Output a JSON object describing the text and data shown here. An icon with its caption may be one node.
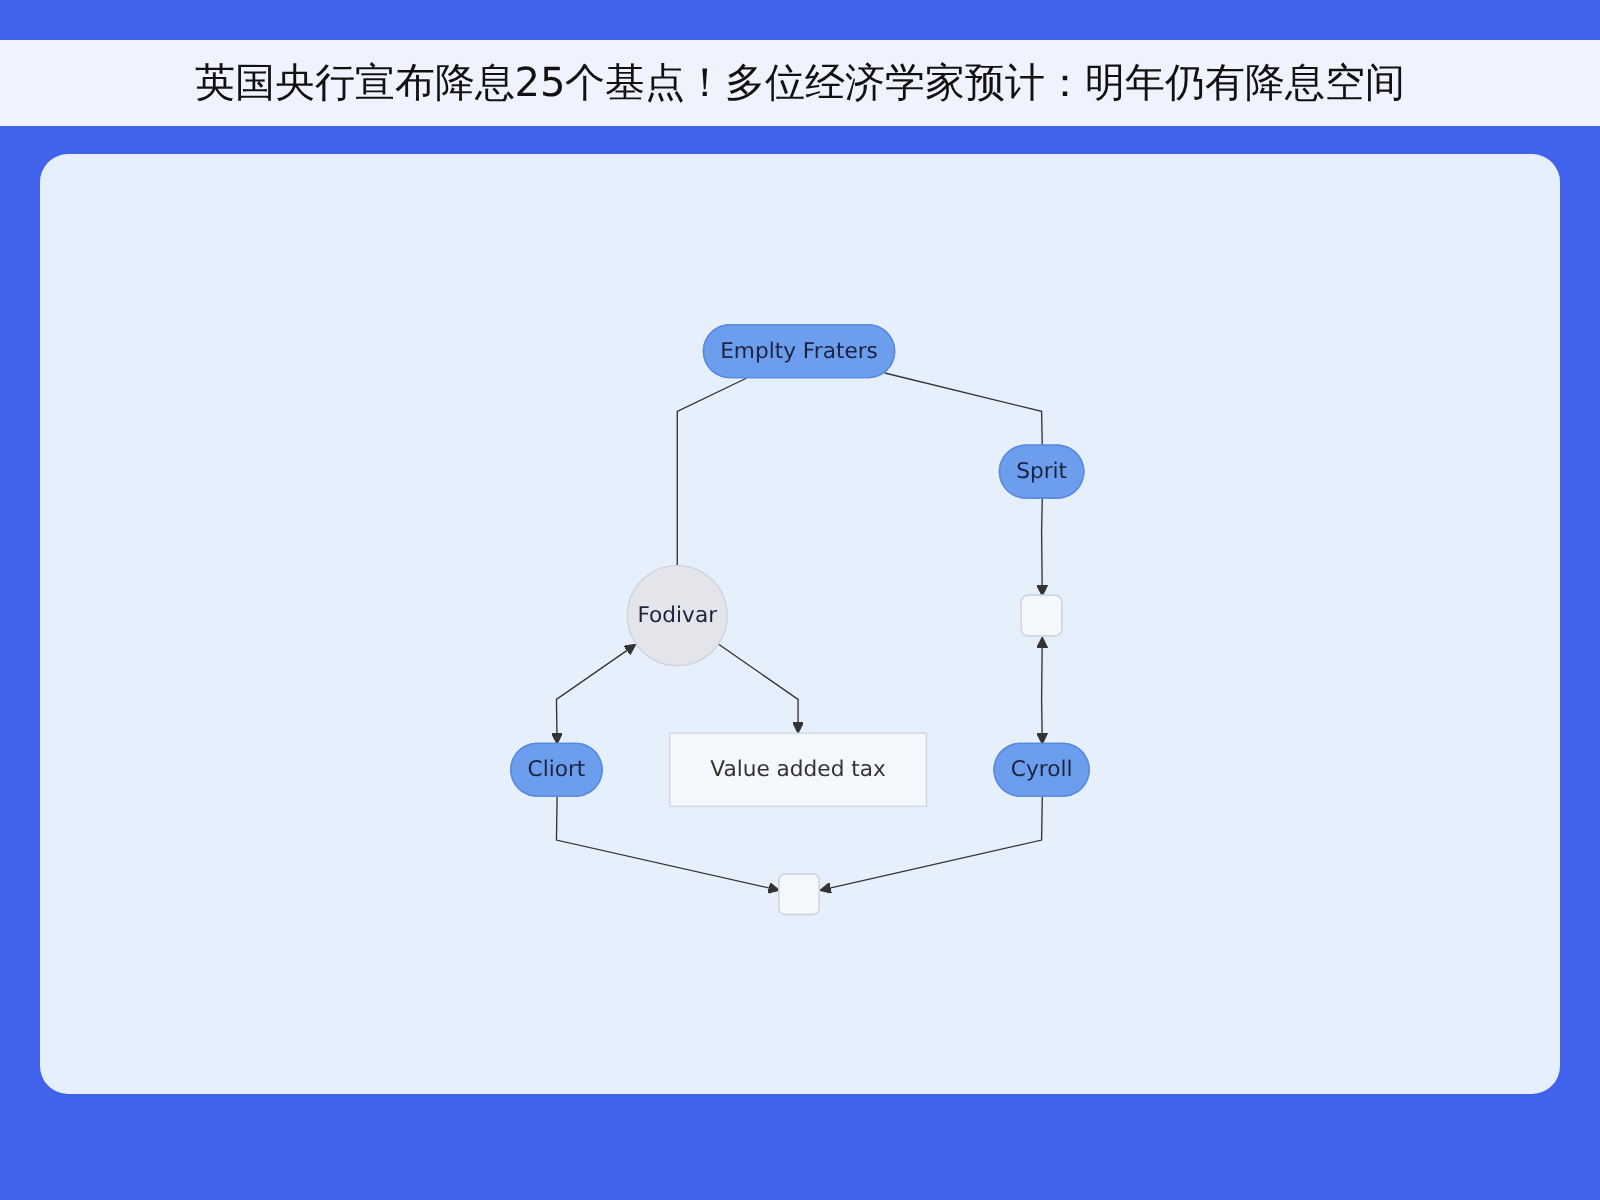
{
  "diagram": {
    "title": "英国央行宣布降息25个基点！多位经济学家预计：明年仍有降息空间",
    "nodes": [
      {
        "text": [
          "Emplty Fraters"
        ]
      },
      {
        "text": [
          "Sprit"
        ]
      },
      {
        "text": [
          "Fodivar"
        ]
      },
      {
        "text": [
          "Cliort"
        ]
      },
      {
        "text": [],
        "shape": "box"
      },
      {
        "text": [
          "Value added tax"
        ]
      },
      {
        "text": [],
        "shape": "box"
      },
      {
        "text": [
          "Cyroll"
        ]
      }
    ],
    "edges": [
      {
        "from": 0,
        "to": 1,
        "arrow": "none"
      },
      {
        "from": 0,
        "to": 2,
        "arrow": "none"
      },
      {
        "from": 2,
        "to": 3,
        "arrow": "both"
      },
      {
        "from": 1,
        "to": 4,
        "arrow": "to"
      },
      {
        "from": 2,
        "to": 5,
        "arrow": "to"
      },
      {
        "from": 3,
        "to": 6,
        "arrow": "to"
      },
      {
        "from": 4,
        "to": 7,
        "arrow": "both"
      },
      {
        "from": 7,
        "to": 6,
        "arrow": "to"
      }
    ]
  }
}
